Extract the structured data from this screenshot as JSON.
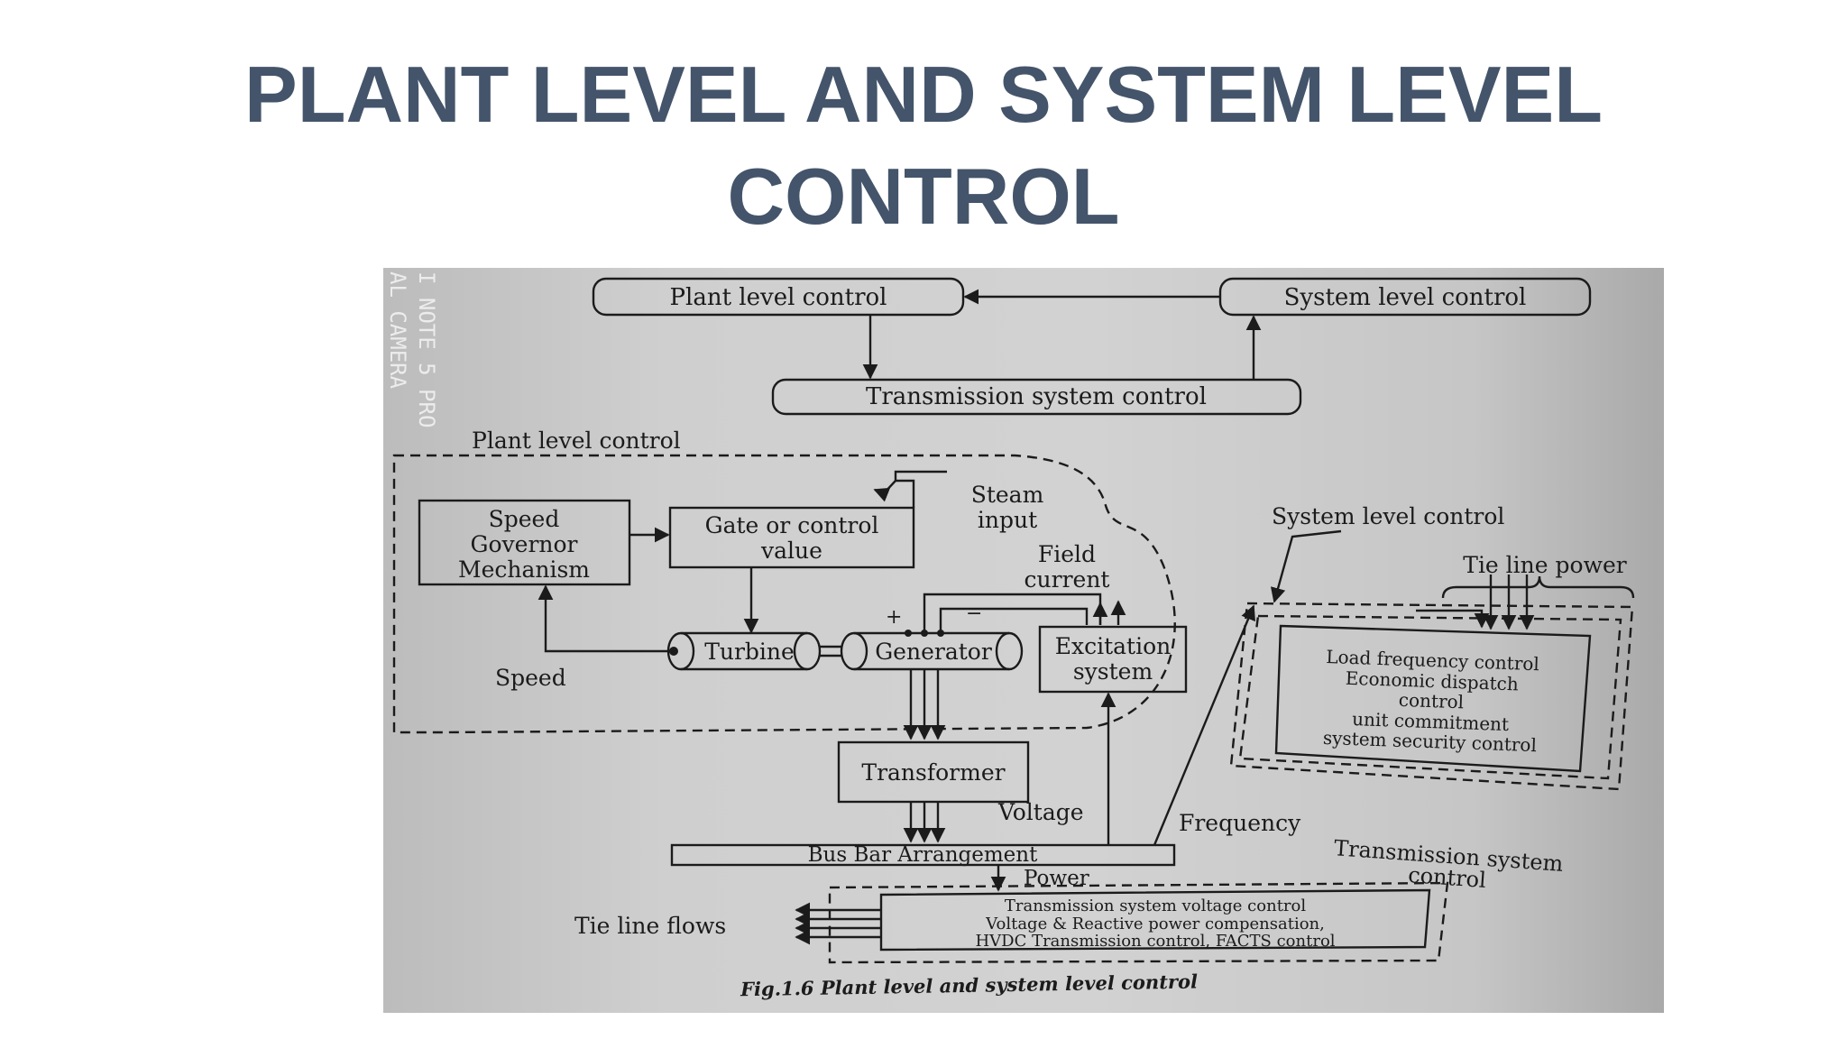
{
  "slide": {
    "title_line1": "PLANT LEVEL AND SYSTEM LEVEL",
    "title_line2": "CONTROL"
  },
  "photo": {
    "watermark_line1": "I NOTE 5 PRO",
    "watermark_line2": "AL CAMERA"
  },
  "diagram": {
    "top": {
      "plant_level_control": "Plant level control",
      "system_level_control": "System level control",
      "transmission_system_control": "Transmission system control"
    },
    "plant_region_label": "Plant level control",
    "speed_governor": [
      "Speed",
      "Governor",
      "Mechanism"
    ],
    "gate_valve": [
      "Gate or control",
      "value"
    ],
    "steam_input": [
      "Steam",
      "input"
    ],
    "field_current": [
      "Field",
      "current"
    ],
    "turbine": "Turbine",
    "generator": "Generator",
    "excitation": [
      "Excitation",
      "system"
    ],
    "speed": "Speed",
    "plus": "+",
    "minus": "−",
    "transformer": "Transformer",
    "voltage": "Voltage",
    "frequency": "Frequency",
    "bus_bar": "Bus Bar Arrangement",
    "power": "Power",
    "tie_line_flows": "Tie line flows",
    "system_region_label": "System level control",
    "tie_line_power": "Tie line power",
    "system_functions": [
      "Load frequency control",
      "Economic dispatch",
      "control",
      "unit commitment",
      "system security control"
    ],
    "transmission_region_label": [
      "Transmission system",
      "control"
    ],
    "transmission_functions": [
      "Transmission system voltage control",
      "Voltage & Reactive power compensation,",
      "HVDC Transmission control, FACTS control"
    ],
    "caption": "Fig.1.6 Plant level and system level control"
  }
}
